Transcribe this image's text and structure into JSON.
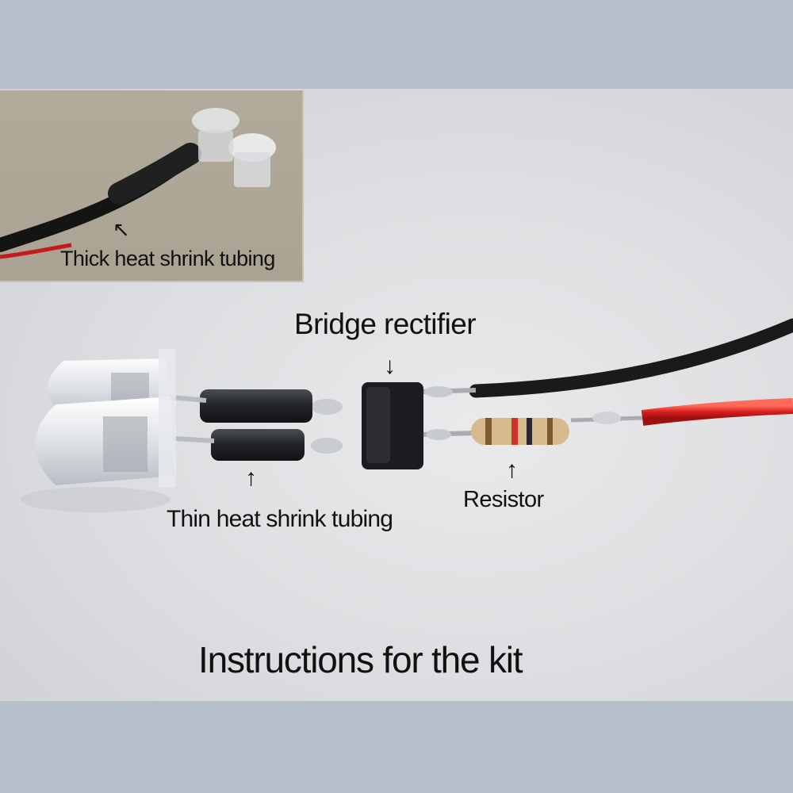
{
  "labels": {
    "thick_tubing": "Thick heat shrink tubing",
    "bridge_rectifier": "Bridge rectifier",
    "thin_tubing": "Thin heat shrink tubing",
    "resistor": "Resistor",
    "caption": "Instructions for the kit"
  },
  "arrows": {
    "thick": "↖",
    "bridge": "↓",
    "thin": "↑",
    "resistor": "↑"
  },
  "colors": {
    "border_background": "#b6bfca",
    "wire_black": "#1a1a1a",
    "wire_red": "#d81e1e",
    "resistor_body": "#d6b98c"
  }
}
